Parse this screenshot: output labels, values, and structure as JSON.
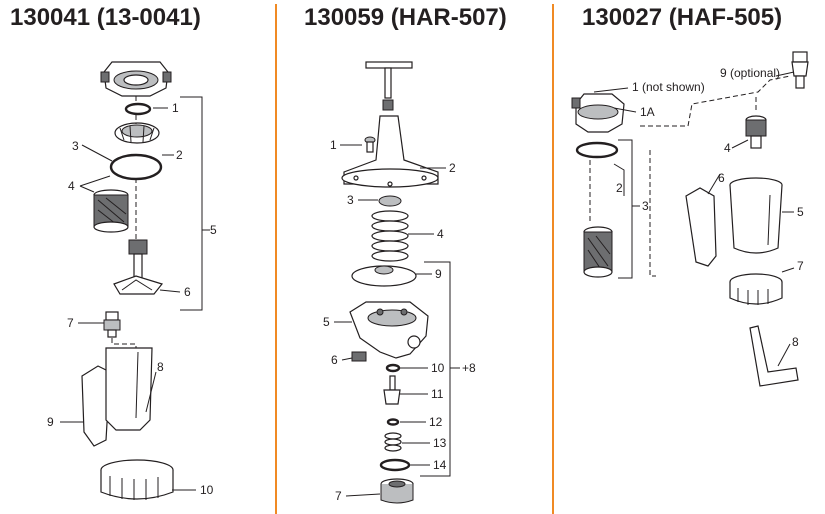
{
  "panels": [
    {
      "title": "130041 (13-0041)",
      "labels": [
        "1",
        "2",
        "3",
        "4",
        "5",
        "6",
        "7",
        "8",
        "9",
        "10"
      ]
    },
    {
      "title": "130059 (HAR-507)",
      "labels": [
        "1",
        "2",
        "3",
        "4",
        "9",
        "5",
        "6",
        "10",
        "+8",
        "11",
        "12",
        "13",
        "14",
        "7"
      ]
    },
    {
      "title": "130027 (HAF-505)",
      "labels": [
        "1 (not shown)",
        "1A",
        "9 (optional)",
        "4",
        "2",
        "3",
        "6",
        "5",
        "7",
        "8"
      ]
    }
  ],
  "colors": {
    "divider": "#f08a24",
    "text": "#231f20"
  }
}
